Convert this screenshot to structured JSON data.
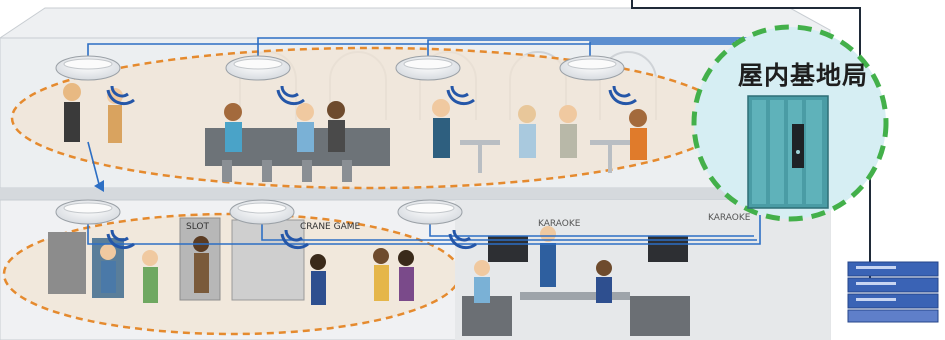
{
  "base_station": {
    "label": "屋内基地局"
  },
  "sign_text": {
    "slot": "SLOT",
    "crane_game": "CRANE GAME",
    "karaoke": "KARAOKE"
  },
  "colors": {
    "wall": "#e9ecef",
    "floor_edge": "#cfd4d9",
    "coverage_ellipse": "#e58a2e",
    "zone_fill": "#f2e4d4",
    "base_highlight": "#d6eef3",
    "base_dashed_ring": "#43b04a",
    "cable": "#2d6fc4",
    "rack_teal": "#4a9ca5",
    "server_blue": "#3a63b5"
  }
}
